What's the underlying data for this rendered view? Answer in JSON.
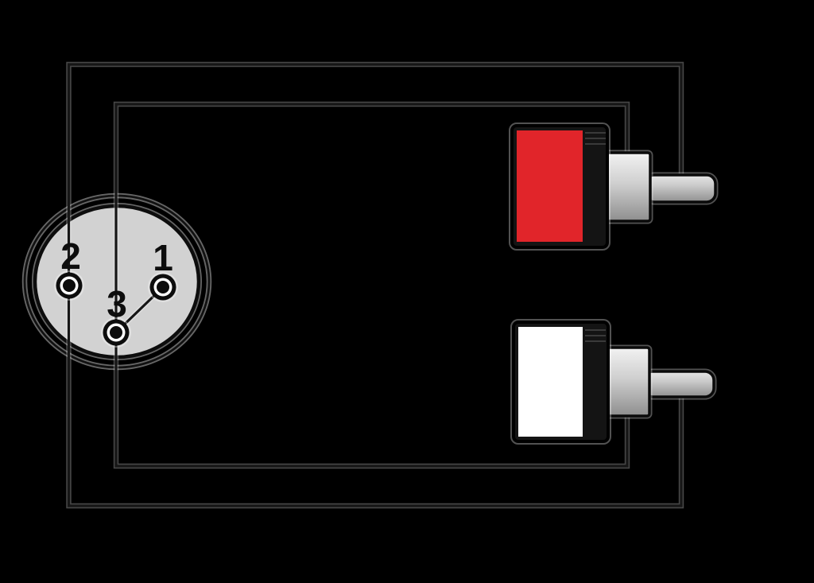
{
  "canvas": {
    "background_color": "#000000"
  },
  "wires": {
    "signal_wire_color": "#161616",
    "ground_wire_color": "#161616",
    "halo_color": "rgba(255,255,255,0.28)"
  },
  "xlr": {
    "shell_color": "#d2d2d2",
    "outline_color": "#0d0d0d",
    "pins": [
      {
        "label": "1"
      },
      {
        "label": "2"
      },
      {
        "label": "3"
      }
    ]
  },
  "rca_connectors": [
    {
      "position": "top",
      "color_name": "red",
      "body_color": "#e1252a"
    },
    {
      "position": "bottom",
      "color_name": "white",
      "body_color": "#ffffff"
    }
  ]
}
